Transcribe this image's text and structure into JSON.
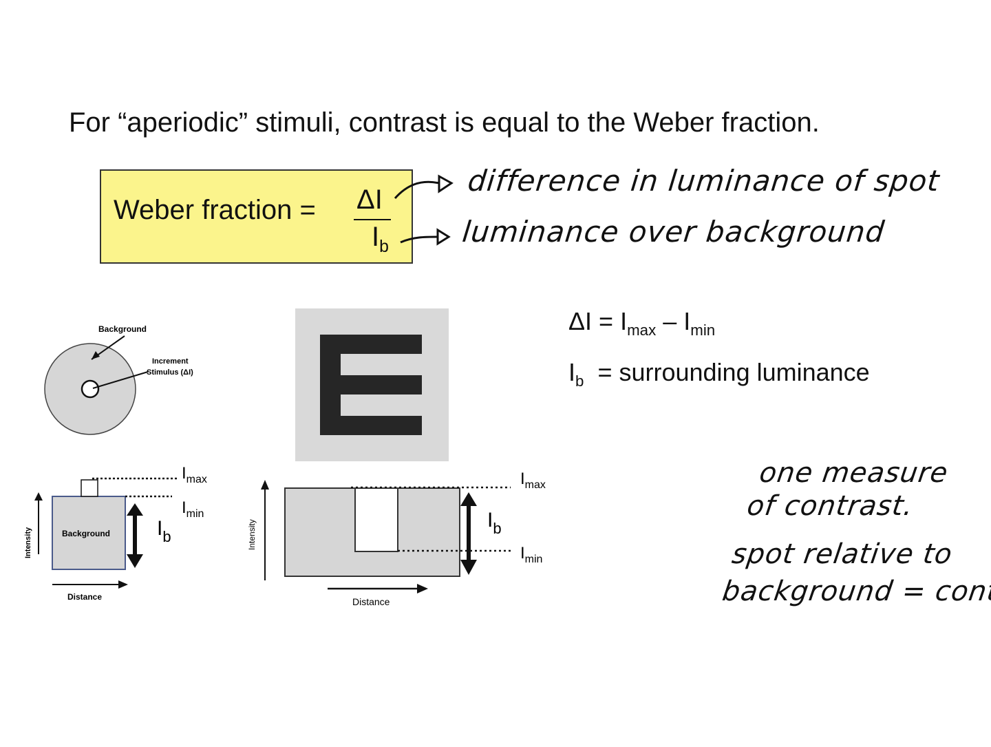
{
  "headline": "For “aperiodic” stimuli, contrast is equal to the Weber fraction.",
  "formula": {
    "label": "Weber fraction =",
    "numerator": "ΔI",
    "denominator_main": "I",
    "denominator_sub": "b",
    "box_color": "#fbf48c"
  },
  "handwriting": {
    "numerator_note": "difference in luminance of spot",
    "denominator_note": "luminance over background",
    "side_note_line1": "one measure",
    "side_note_line2": "of contrast.",
    "side_note_line3": "spot relative to",
    "side_note_line4": "background = contrast"
  },
  "equations": {
    "delta_main": "ΔI = I",
    "delta_sub1": "max",
    "delta_mid": " – I",
    "delta_sub2": "min",
    "ib_main": "I",
    "ib_sub": "b",
    "ib_rest": "  = surrounding luminance"
  },
  "circle_diagram": {
    "background_label": "Background",
    "increment_label_line1": "Increment",
    "increment_label_line2": "Stimulus (ΔI)"
  },
  "small_profile": {
    "imax_main": "I",
    "imax_sub": "max",
    "imin_main": "I",
    "imin_sub": "min",
    "ib_main": "I",
    "ib_sub": "b",
    "box_label": "Background",
    "y_axis": "Intensity",
    "x_axis": "Distance"
  },
  "letter_e": {
    "letter": "E",
    "background_color": "#d9d9d9",
    "letter_color": "#262626"
  },
  "large_profile": {
    "imax_main": "I",
    "imax_sub": "max",
    "imin_main": "I",
    "imin_sub": "min",
    "ib_main": "I",
    "ib_sub": "b",
    "y_axis": "Intensity",
    "x_axis": "Distance"
  }
}
